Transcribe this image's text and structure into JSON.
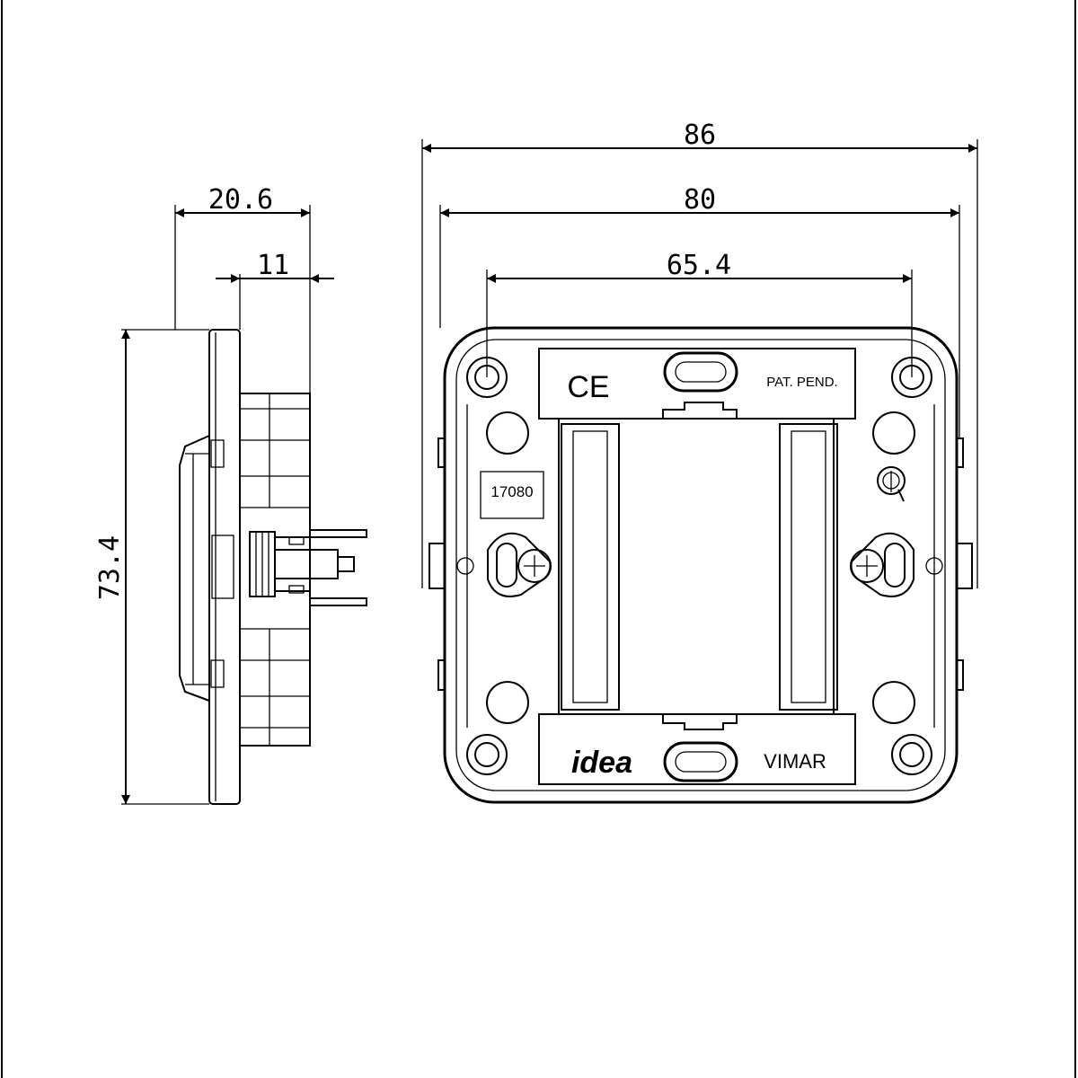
{
  "dimensions": {
    "side_depth": "20.6",
    "side_body": "11",
    "side_height": "73.4",
    "front_outer": "86",
    "front_mid": "80",
    "front_holes": "65.4"
  },
  "markings": {
    "ce": "CE",
    "patent": "PAT. PEND.",
    "part_number": "17080",
    "series": "idea",
    "brand": "VIMAR"
  },
  "colors": {
    "line": "#000000",
    "background": "#ffffff"
  }
}
